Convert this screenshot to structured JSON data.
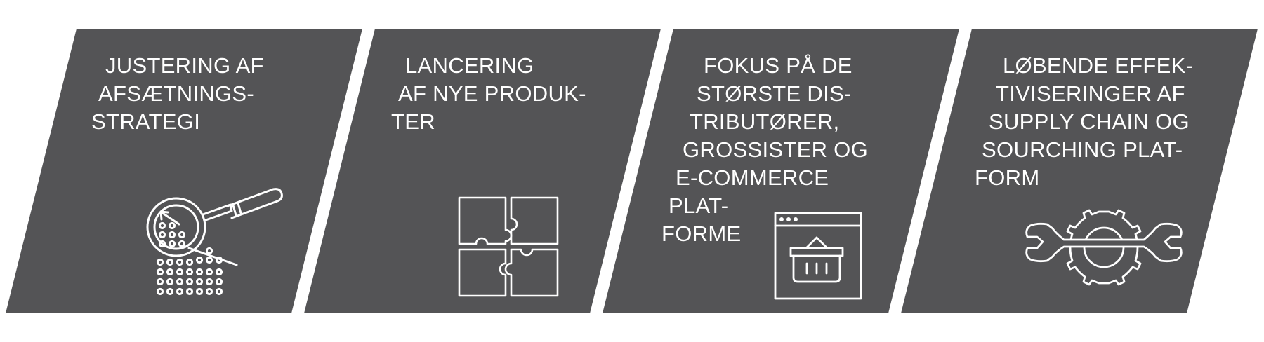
{
  "panels": [
    {
      "lines": [
        "JUSTERING AF",
        "AFSÆTNINGS-",
        "STRATEGI"
      ],
      "icon": "magnifier-dots-icon"
    },
    {
      "lines": [
        "LANCERING",
        "AF NYE PRODUK-",
        "TER"
      ],
      "icon": "puzzle-icon"
    },
    {
      "lines": [
        "FOKUS PÅ DE",
        "STØRSTE DIS-",
        "TRIBUTØRER,",
        "GROSSISTER OG",
        "E-COMMERCE",
        "PLAT-",
        "FORME"
      ],
      "icon": "shopping-basket-browser-icon"
    },
    {
      "lines": [
        "LØBENDE EFFEK-",
        "TIVISERINGER AF",
        "SUPPLY CHAIN OG",
        "SOURCHING PLAT-",
        "FORM"
      ],
      "icon": "gear-wrench-icon"
    }
  ],
  "colors": {
    "panel": "#545456",
    "stroke": "#ffffff",
    "background": "#ffffff"
  }
}
